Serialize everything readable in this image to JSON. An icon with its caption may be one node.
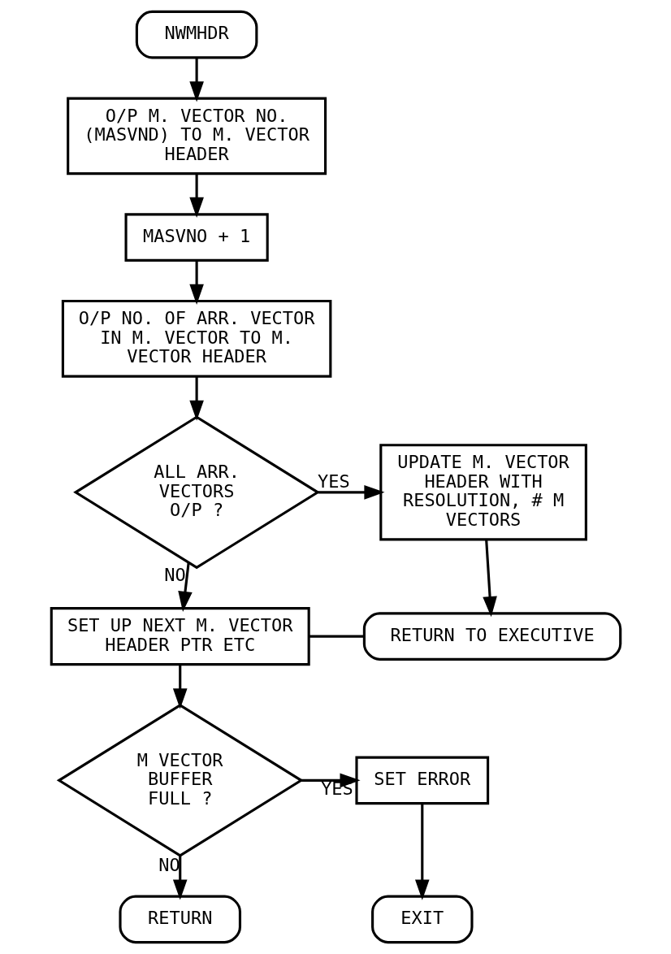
{
  "diagram": {
    "nodes": [
      {
        "text": [
          "NWMHDR"
        ]
      },
      {
        "text": [
          "O/P M. VECTOR NO. (MASVND) TO M. VECTOR HEADER"
        ]
      },
      {
        "text": [
          "MASVNO + 1"
        ]
      },
      {
        "text": [
          "O/P NO. OF ARR. VECTOR IN M. VECTOR TO M. VECTOR HEADER"
        ]
      },
      {
        "text": [
          "ALL ARR. VECTORS O/P ?"
        ]
      },
      {
        "text": [
          "UPDATE M. VECTOR HEADER WITH RESOLUTION, # M VECTORS"
        ]
      },
      {
        "text": [
          "RETURN TO EXECUTIVE"
        ]
      },
      {
        "text": [
          "SET UP NEXT M. VECTOR HEADER PTR ETC"
        ]
      },
      {
        "text": [
          "M VECTOR BUFFER FULL ?"
        ]
      },
      {
        "text": [
          "SET ERROR"
        ]
      },
      {
        "text": [
          "EXIT"
        ]
      },
      {
        "text": [
          "RETURN"
        ]
      }
    ],
    "edges": [
      {
        "from": 0,
        "to": 1,
        "arrow": "to"
      },
      {
        "from": 1,
        "to": 2,
        "arrow": "to"
      },
      {
        "from": 2,
        "to": 3,
        "arrow": "to"
      },
      {
        "from": 3,
        "to": 4,
        "arrow": "to"
      },
      {
        "from": 4,
        "to": 5,
        "arrow": "to",
        "label": "YES"
      },
      {
        "from": 5,
        "to": 6,
        "arrow": "to"
      },
      {
        "from": 4,
        "to": 7,
        "arrow": "to",
        "label": "NO"
      },
      {
        "from": 7,
        "to": 6,
        "arrow": "none"
      },
      {
        "from": 7,
        "to": 8,
        "arrow": "to"
      },
      {
        "from": 8,
        "to": 9,
        "arrow": "to",
        "label": "YES"
      },
      {
        "from": 9,
        "to": 10,
        "arrow": "to"
      },
      {
        "from": 8,
        "to": 11,
        "arrow": "to",
        "label": "NO"
      }
    ]
  }
}
